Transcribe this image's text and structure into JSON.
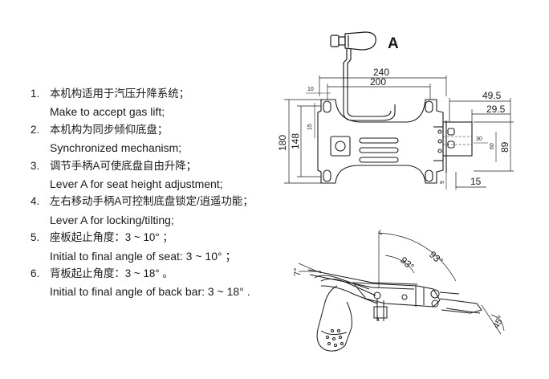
{
  "specs": [
    {
      "num": "1.",
      "zh": "本机构适用于汽压升降系统；",
      "en": "Make to accept gas lift;"
    },
    {
      "num": "2.",
      "zh": "本机构为同步倾仰底盘；",
      "en": "Synchronized mechanism;"
    },
    {
      "num": "3.",
      "zh": "调节手柄A可使底盘自由升降；",
      "en": "Lever A for seat height adjustment;"
    },
    {
      "num": "4.",
      "zh": "左右移动手柄A可控制底盘锁定/逍遥功能；",
      "en": "Lever A for locking/tilting;"
    },
    {
      "num": "5.",
      "zh": "座板起止角度：3 ~ 10°  ；",
      "en": "Initial to final angle of seat: 3 ~ 10°  ；"
    },
    {
      "num": "6.",
      "zh": "背板起止角度：3 ~ 18°  。",
      "en": "Initial to final angle of back bar: 3 ~ 18°  ."
    }
  ],
  "top_view": {
    "lever_label": "A",
    "dims": {
      "d240": "240",
      "d200": "200",
      "d10": "10",
      "d15": "15",
      "d180": "180",
      "d148": "148",
      "d49_5": "49.5",
      "d29_5": "29.5",
      "d89": "89",
      "d60": "60",
      "d30": "30",
      "d9": "9",
      "d15b": "15"
    }
  },
  "side_view": {
    "angles": {
      "a7": "7°",
      "a93a": "93°",
      "a93b": "93°",
      "a45": "45°"
    }
  }
}
